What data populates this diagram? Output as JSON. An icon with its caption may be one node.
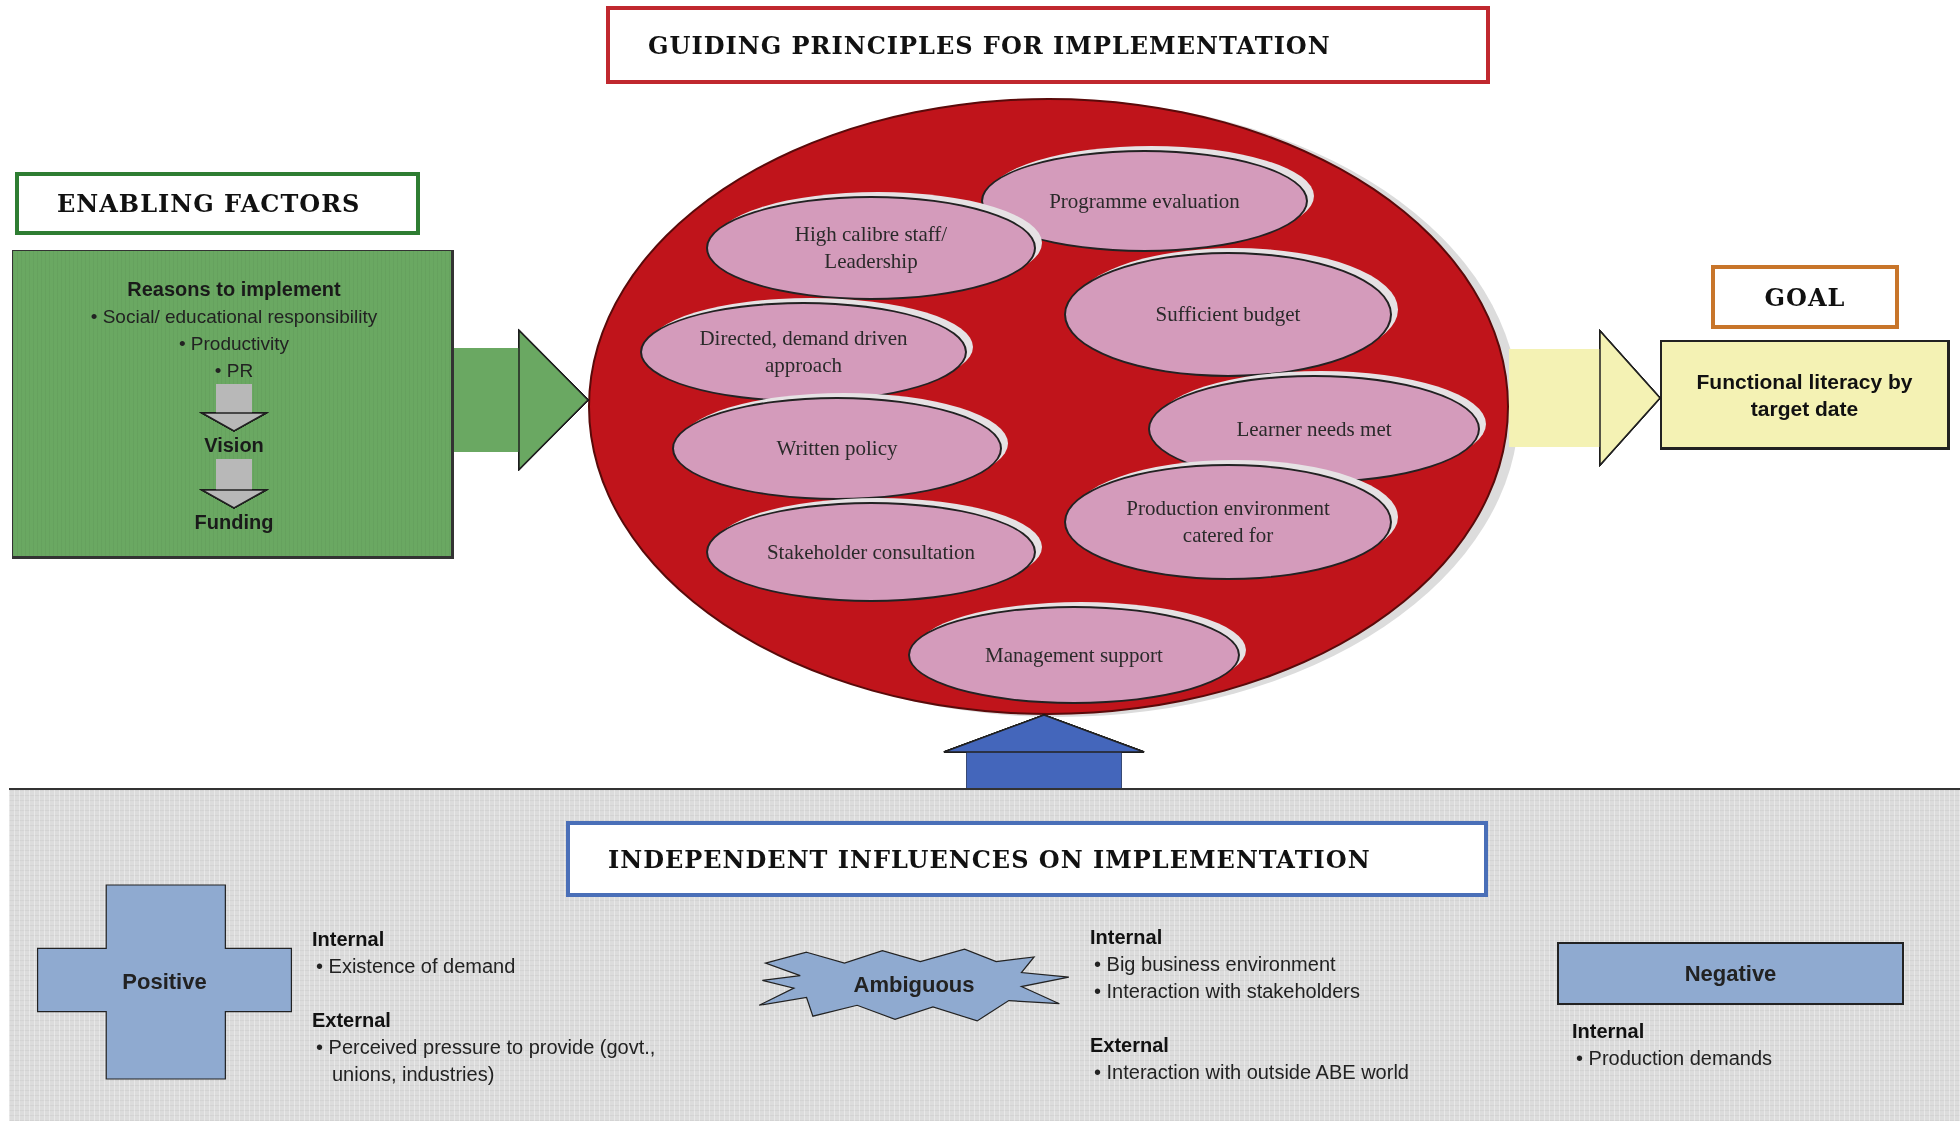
{
  "diagram": {
    "nodes": [
      {
        "text": [
          "GUIDING PRINCIPLES FOR IMPLEMENTATION"
        ]
      },
      {
        "text": [
          "ENABLING FACTORS"
        ]
      },
      {
        "text": [],
        "shape": "box"
      },
      {
        "text": [
          "Reasons to implement",
          "• Social/ educational responsibility",
          "• Productivity",
          "• PR"
        ],
        "in": 2
      },
      {
        "text": [
          "Vision"
        ],
        "in": 2
      },
      {
        "text": [
          "Funding"
        ],
        "in": 2
      },
      {
        "text": [],
        "shape": "ellipse"
      },
      {
        "text": [
          "Programme evaluation"
        ],
        "in": 6
      },
      {
        "text": [
          "High calibre staff/ Leadership"
        ],
        "in": 6
      },
      {
        "text": [
          "Sufficient budget"
        ],
        "in": 6
      },
      {
        "text": [
          "Directed, demand driven approach"
        ],
        "in": 6
      },
      {
        "text": [
          "Learner needs met"
        ],
        "in": 6
      },
      {
        "text": [
          "Written policy"
        ],
        "in": 6
      },
      {
        "text": [
          "Production environment catered for"
        ],
        "in": 6
      },
      {
        "text": [
          "Stakeholder consultation"
        ],
        "in": 6
      },
      {
        "text": [
          "Management support"
        ],
        "in": 6
      },
      {
        "text": [
          "GOAL"
        ]
      },
      {
        "text": [
          "Functional literacy by target date"
        ]
      },
      {
        "text": [],
        "shape": "box"
      },
      {
        "text": [
          "INDEPENDENT INFLUENCES ON IMPLEMENTATION"
        ],
        "in": 18
      },
      {
        "text": [
          "Positive"
        ],
        "in": 18,
        "beside": [
          "Internal",
          "• Existence of demand",
          "External",
          "• Perceived pressure to provide (govt., unions, industries)"
        ]
      },
      {
        "text": [
          "Ambiguous"
        ],
        "in": 18,
        "beside": [
          "Internal",
          "• Big business environment",
          "• Interaction with stakeholders",
          "External",
          "• Interaction with outside ABE world"
        ]
      },
      {
        "text": [
          "Negative"
        ],
        "in": 18,
        "beside": [
          "Internal",
          "• Production demands"
        ]
      }
    ],
    "edges": [
      {
        "from": 2,
        "to": 6,
        "arrow": "to",
        "color": "#6aa862"
      },
      {
        "from": 6,
        "to": 17,
        "arrow": "to",
        "color": "#f4f2b4"
      },
      {
        "from": 18,
        "to": 6,
        "arrow": "to",
        "color": "#4466bb"
      },
      {
        "from": 3,
        "to": 4,
        "arrow": "to"
      },
      {
        "from": 4,
        "to": 5,
        "arrow": "to"
      }
    ]
  }
}
